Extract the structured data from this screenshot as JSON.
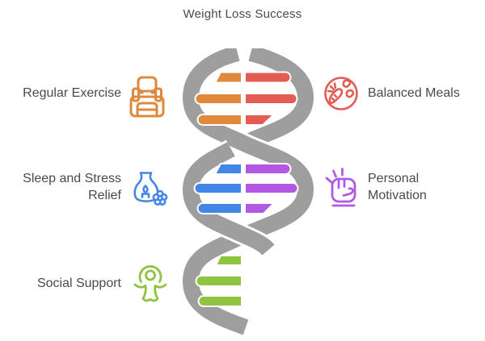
{
  "title": "Weight Loss Success",
  "colors": {
    "strand_gray": "#9E9E9E",
    "text": "#4A4A4A",
    "orange": "#E0883C",
    "red": "#E35D55",
    "blue": "#4486E8",
    "purple": "#B259E3",
    "green": "#8FC441"
  },
  "items": [
    {
      "label": "Regular Exercise",
      "side": "left",
      "icon": "backpack-icon",
      "color": "orange"
    },
    {
      "label": "Balanced Meals",
      "side": "right",
      "icon": "nutrition-icon",
      "color": "red"
    },
    {
      "label": "Sleep and Stress Relief",
      "side": "left",
      "icon": "aroma-diffuser-icon",
      "color": "blue"
    },
    {
      "label": "Personal Motivation",
      "side": "right",
      "icon": "raised-fist-icon",
      "color": "purple"
    },
    {
      "label": "Social Support",
      "side": "left",
      "icon": "child-icon",
      "color": "green"
    }
  ],
  "helix": {
    "type": "dna-double-helix",
    "sections": [
      {
        "left_color": "orange",
        "right_color": "red",
        "rungs": 3
      },
      {
        "left_color": "blue",
        "right_color": "purple",
        "rungs": 3
      },
      {
        "left_color": "green",
        "right_color": "green",
        "rungs": 3,
        "half": "left-only"
      }
    ]
  }
}
